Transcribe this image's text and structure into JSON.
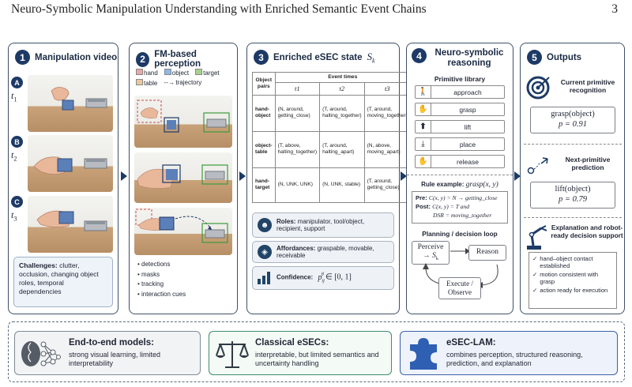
{
  "header": {
    "title": "Neuro-Symbolic Manipulation Understanding with Enriched Semantic Event Chains",
    "page": "3"
  },
  "panel1": {
    "number": "1",
    "title": "Manipulation video",
    "frames": [
      {
        "letter": "A",
        "time": "t1"
      },
      {
        "letter": "B",
        "time": "t2"
      },
      {
        "letter": "C",
        "time": "t3"
      }
    ],
    "time_var": "t",
    "time_subs": [
      "1",
      "2",
      "3"
    ],
    "challenges_label": "Challenges:",
    "challenges_text": "clutter, occlusion, changing object roles, temporal dependencies"
  },
  "panel2": {
    "number": "2",
    "title": "FM-based perception",
    "legend": [
      "hand",
      "object",
      "target",
      "table",
      "trajectory"
    ],
    "legend_colors": {
      "hand": "#e8a8a8",
      "object": "#8fb8e8",
      "target": "#a9d18e",
      "table": "#e8c9a0"
    },
    "bullets": [
      "detections",
      "masks",
      "tracking",
      "interaction cues"
    ]
  },
  "panel3": {
    "number": "3",
    "title": "Enriched eSEC state",
    "title_math": "S",
    "title_sub": "k",
    "table": {
      "corner": "Object pairs",
      "group_header": "Event times",
      "time_cols": [
        "t1",
        "t2",
        "t3"
      ],
      "rows": [
        {
          "pair": "hand-object",
          "cells": [
            "(N, around, getting_close)",
            "(T, around, halting_together)",
            "(T, around, moving_together)"
          ]
        },
        {
          "pair": "object-table",
          "cells": [
            "(T, above, halting_together)",
            "(T, around, halting_apart)",
            "(N, above, moving_apart)"
          ]
        },
        {
          "pair": "hand-target",
          "cells": [
            "(N, UNK, UNK)",
            "(N, UNK, stable)",
            "(T, around, getting_close)"
          ]
        }
      ]
    },
    "roles_label": "Roles:",
    "roles_text": "manipulator, tool/object, recipient, support",
    "affordances_label": "Affordances:",
    "affordances_text": "graspable, movable, receivable",
    "confidence_label": "Confidence:",
    "confidence_math": "p",
    "confidence_range": "∈ [0, 1]"
  },
  "panel4": {
    "number": "4",
    "title": "Neuro-symbolic reasoning",
    "library_title": "Primitive library",
    "primitives": [
      {
        "label": "approach",
        "icon": "walking-person-icon"
      },
      {
        "label": "grasp",
        "icon": "grasp-hand-icon"
      },
      {
        "label": "lift",
        "icon": "up-arrow-icon"
      },
      {
        "label": "place",
        "icon": "place-down-icon"
      },
      {
        "label": "release",
        "icon": "open-hand-icon"
      }
    ],
    "rule_label": "Rule example:",
    "rule_math": "grasp(x, y)",
    "pre_label": "Pre:",
    "pre_text": "C(x, y) = N → getting_close",
    "post_label": "Post:",
    "post_text": "C(x, y) = T and",
    "post_text2": "DSR = moving_together",
    "loop_title": "Planning / decision loop",
    "perceive": "Perceive",
    "perceive_arrow": "→",
    "perceive_var": "S",
    "perceive_sub": "k",
    "reason": "Reason",
    "execute": "Execute /",
    "observe": "Observe"
  },
  "panel5": {
    "number": "5",
    "title": "Outputs",
    "current_title": "Current primitive recognition",
    "current_value": "grasp(object)",
    "current_p": "p = 0.91",
    "next_title": "Next-primitive prediction",
    "next_value": "lift(object)",
    "next_p": "p = 0.79",
    "expl_title": "Explanation and robot-ready decision support",
    "checks": [
      "hand–object contact established",
      "motion consistent with grasp",
      "action ready for execution"
    ],
    "check_mark": "✓"
  },
  "bottom": {
    "e2e_title": "End-to-end models:",
    "e2e_text": "strong visual learning, limited interpretability",
    "classical_title": "Classical eSECs:",
    "classical_text": "interpretable, but limited semantics and uncertainty handling",
    "esec_title": "eSEC-LAM:",
    "esec_text": "combines perception, structured reasoning, prediction, and explanation"
  },
  "colors": {
    "navy": "#1d3a66",
    "e2e_border": "#7f8a97",
    "classical_border": "#3c8d6e",
    "esec_border": "#3b5fa8"
  }
}
